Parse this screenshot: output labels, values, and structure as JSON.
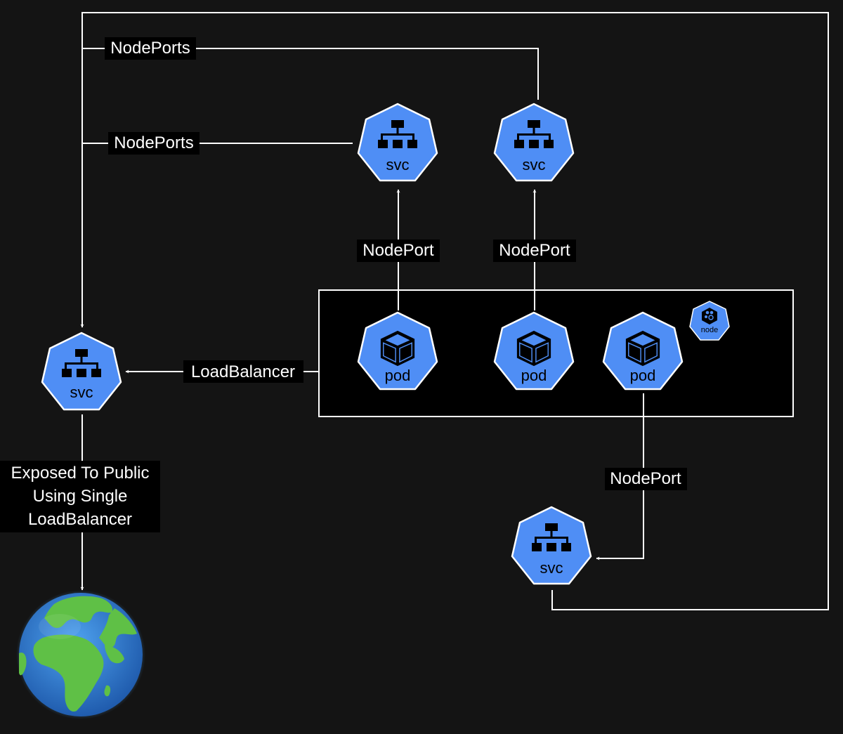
{
  "nodes": {
    "svc_public": "svc",
    "svc_top_left": "svc",
    "svc_top_right": "svc",
    "svc_bottom": "svc",
    "pod_1": "pod",
    "pod_2": "pod",
    "pod_3": "pod",
    "node_badge": "node"
  },
  "edge_labels": {
    "nodeports_outer": "NodePorts",
    "nodeports_inner": "NodePorts",
    "nodeport_pod1": "NodePort",
    "nodeport_pod2": "NodePort",
    "nodeport_pod3": "NodePort",
    "loadbalancer": "LoadBalancer",
    "exposed_line1": "Exposed To Public",
    "exposed_line2": "Using Single",
    "exposed_line3": "LoadBalancer"
  },
  "icons": {
    "service": "network-hierarchy-icon",
    "pod": "cube-icon",
    "node": "node-gear-icon",
    "internet": "globe-icon"
  },
  "colors": {
    "background": "#141414",
    "k8s_blue": "#4f8ef5",
    "line": "#ffffff",
    "cluster_fill": "#000000",
    "globe_ocean": "#2b7bd6",
    "globe_land": "#5fc046"
  }
}
